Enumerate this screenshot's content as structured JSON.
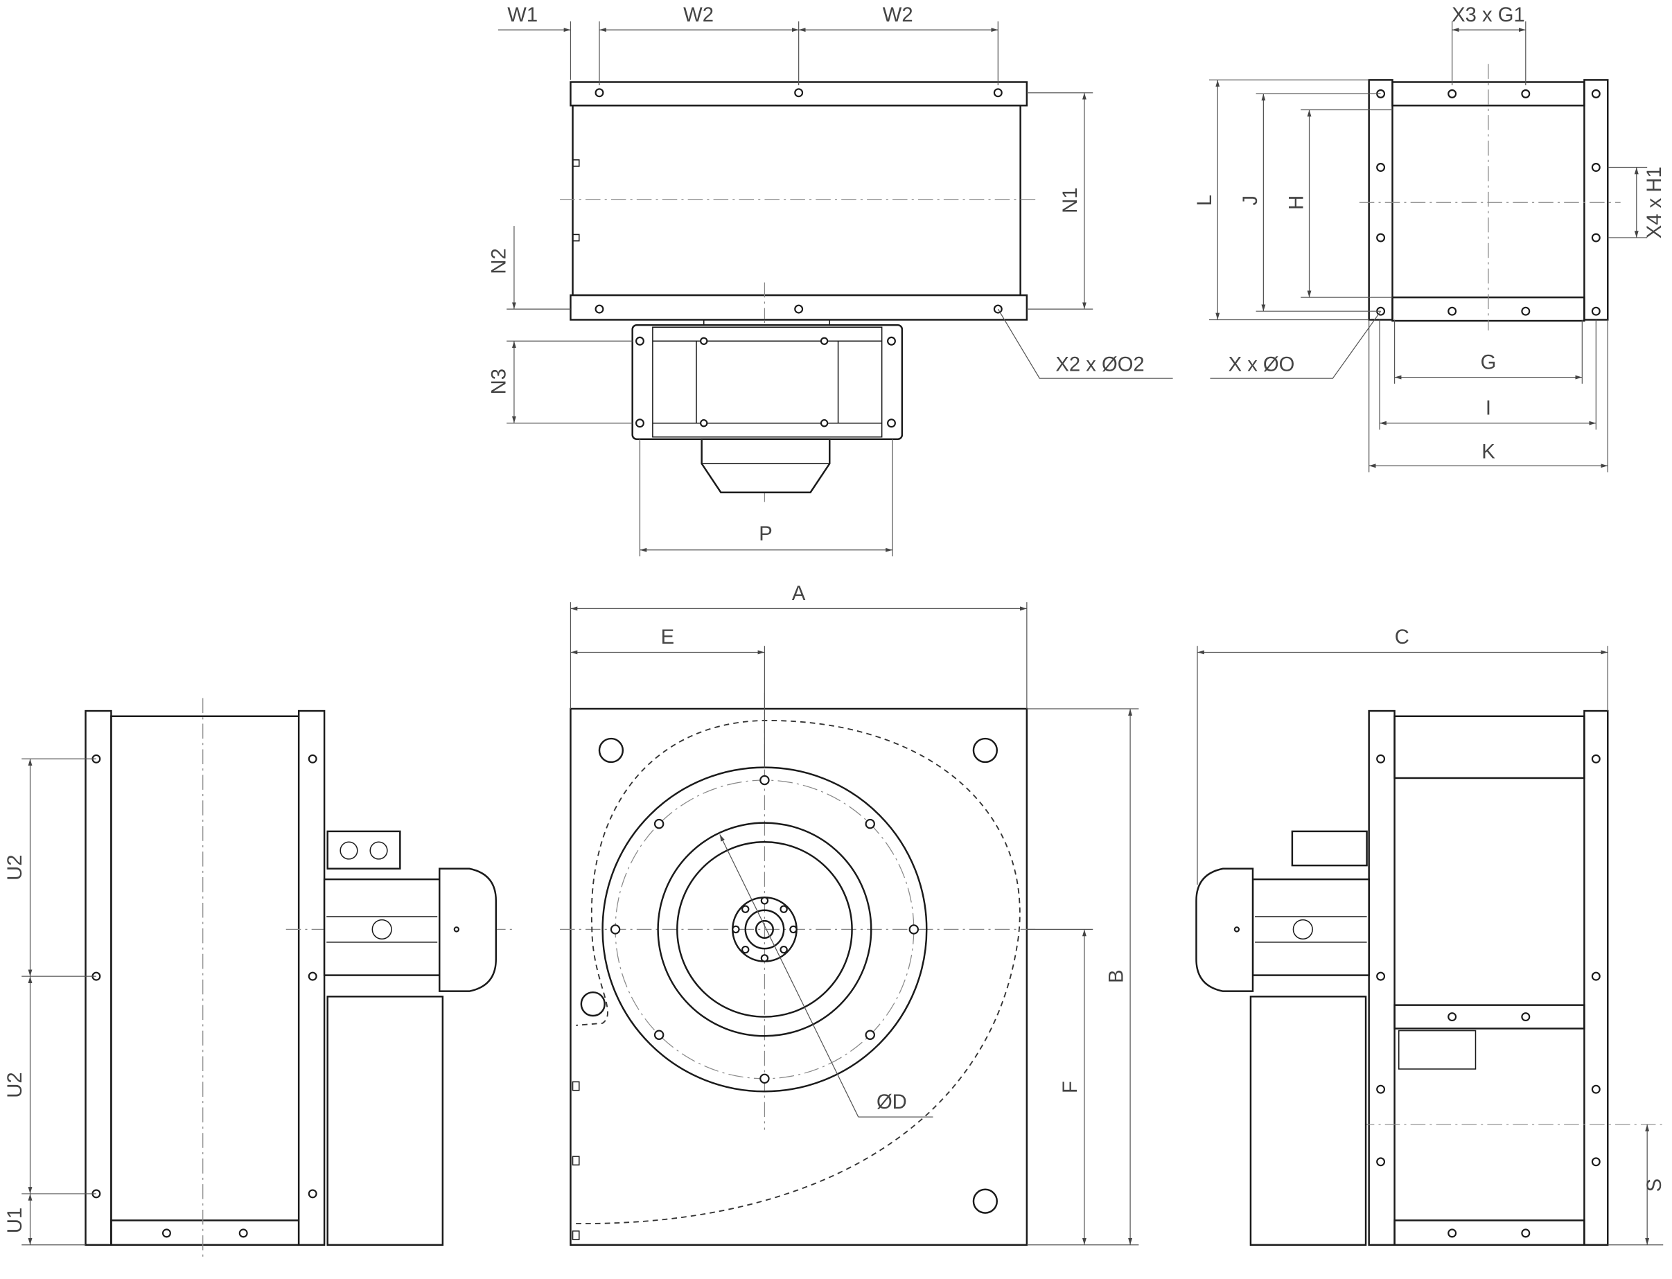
{
  "top_view": {
    "w1": "W1",
    "w2a": "W2",
    "w2b": "W2",
    "n1": "N1",
    "n2": "N2",
    "n3": "N3",
    "p": "P",
    "holes": "X2 x ØO2"
  },
  "inlet_view": {
    "x3g1": "X3 x G1",
    "l": "L",
    "j": "J",
    "h": "H",
    "x4h1": "X4 x H1",
    "holes": "X x ØO",
    "g": "G",
    "i": "I",
    "k": "K"
  },
  "front_view": {
    "a": "A",
    "e": "E",
    "b": "B",
    "f": "F",
    "d": "ØD"
  },
  "side_left_view": {
    "u2a": "U2",
    "u2b": "U2",
    "u1": "U1"
  },
  "side_right_view": {
    "c": "C",
    "s": "S"
  }
}
